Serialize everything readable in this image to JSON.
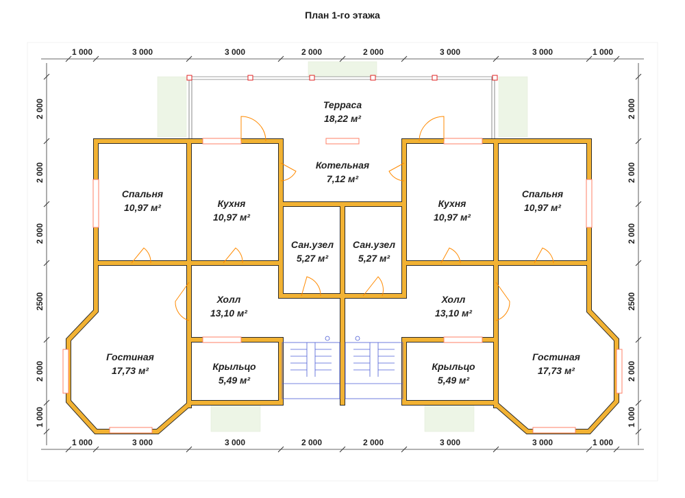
{
  "title": "План 1-го этажа",
  "dimensions": {
    "top": [
      "1 000",
      "3 000",
      "3 000",
      "2 000",
      "2 000",
      "3 000",
      "3 000",
      "1 000"
    ],
    "bottom": [
      "1 000",
      "3 000",
      "3 000",
      "2 000",
      "2 000",
      "3 000",
      "3 000",
      "1 000"
    ],
    "left": [
      "2 000",
      "2 000",
      "2 000",
      "2500",
      "2 000",
      "1 000"
    ],
    "right": [
      "2 000",
      "2 000",
      "2 000",
      "2500",
      "2 000",
      "1 000"
    ]
  },
  "rooms": [
    {
      "name": "Терраса",
      "area": "18,22 м²"
    },
    {
      "name": "Котельная",
      "area": "7,12 м²"
    },
    {
      "name": "Спальня",
      "area": "10,97 м²"
    },
    {
      "name": "Кухня",
      "area": "10,97 м²"
    },
    {
      "name": "Сан.узел",
      "area": "5,27 м²"
    },
    {
      "name": "Сан.узел",
      "area": "5,27 м²"
    },
    {
      "name": "Кухня",
      "area": "10,97 м²"
    },
    {
      "name": "Спальня",
      "area": "10,97 м²"
    },
    {
      "name": "Холл",
      "area": "13,10 м²"
    },
    {
      "name": "Холл",
      "area": "13,10 м²"
    },
    {
      "name": "Гостиная",
      "area": "17,73 м²"
    },
    {
      "name": "Крыльцо",
      "area": "5,49 м²"
    },
    {
      "name": "Крыльцо",
      "area": "5,49 м²"
    },
    {
      "name": "Гостиная",
      "area": "17,73 м²"
    }
  ],
  "colors": {
    "wall": "#f2b233",
    "wall_outline": "#2b2b2b",
    "door": "#ff8a00",
    "window": "#ff7f66",
    "stairs": "#4a5bd6",
    "post": "#e02020",
    "pad": "#edf5e6"
  }
}
